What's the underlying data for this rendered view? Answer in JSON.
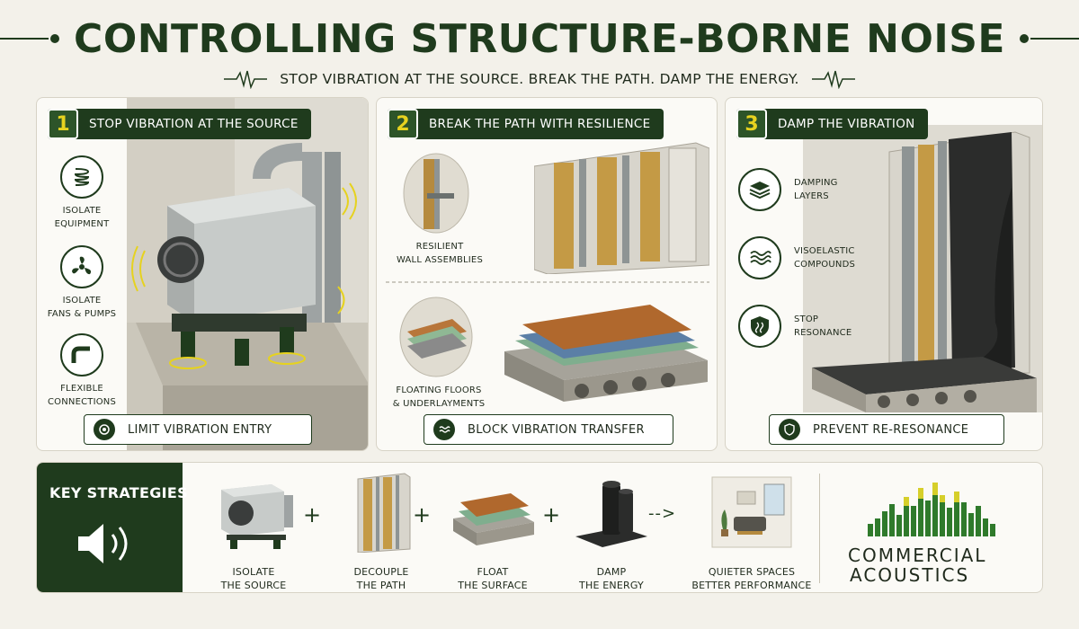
{
  "header": {
    "title": "CONTROLLING STRUCTURE-BORNE NOISE",
    "subtitle": "STOP VIBRATION AT THE SOURCE. BREAK THE PATH. DAMP THE ENERGY."
  },
  "panels": [
    {
      "number": "1",
      "label": "STOP VIBRATION AT THE SOURCE",
      "items": [
        {
          "line1": "ISOLATE",
          "line2": "EQUIPMENT",
          "icon": "spring-icon"
        },
        {
          "line1": "ISOLATE",
          "line2": "FANS & PUMPS",
          "icon": "fan-icon"
        },
        {
          "line1": "FLEXIBLE",
          "line2": "CONNECTIONS",
          "icon": "pipe-elbow-icon"
        }
      ],
      "footer": "LIMIT VIBRATION ENTRY"
    },
    {
      "number": "2",
      "label": "BREAK THE PATH WITH RESILIENCE",
      "items": [
        {
          "line1": "RESILIENT",
          "line2": "WALL ASSEMBLIES"
        },
        {
          "line1": "FLOATING FLOORS",
          "line2": "& UNDERLAYMENTS"
        }
      ],
      "footer": "BLOCK VIBRATION TRANSFER"
    },
    {
      "number": "3",
      "label": "DAMP THE VIBRATION",
      "items": [
        {
          "line1": "DAMPING",
          "line2": "LAYERS",
          "icon": "layers-icon"
        },
        {
          "line1": "VISOELASTIC",
          "line2": "COMPOUNDS",
          "icon": "waves-icon"
        },
        {
          "line1": "STOP",
          "line2": "RESONANCE",
          "icon": "shield-wave-icon"
        }
      ],
      "footer": "PREVENT RE-RESONANCE"
    }
  ],
  "strategies": {
    "title": "KEY STRATEGIES",
    "steps": [
      {
        "line1": "ISOLATE",
        "line2": "THE SOURCE"
      },
      {
        "line1": "DECOUPLE",
        "line2": "THE PATH"
      },
      {
        "line1": "FLOAT",
        "line2": "THE SURFACE"
      },
      {
        "line1": "DAMP",
        "line2": "THE ENERGY"
      },
      {
        "line1": "QUIETER SPACES",
        "line2": "BETTER PERFORMANCE"
      }
    ],
    "plus": "+",
    "arrow": "-->"
  },
  "brand": {
    "line1": "COMMERCIAL",
    "line2": "ACOUSTICS"
  },
  "colors": {
    "brand_green": "#1f3b1d",
    "accent_yellow": "#e6d21f",
    "background": "#f3f1ea"
  }
}
